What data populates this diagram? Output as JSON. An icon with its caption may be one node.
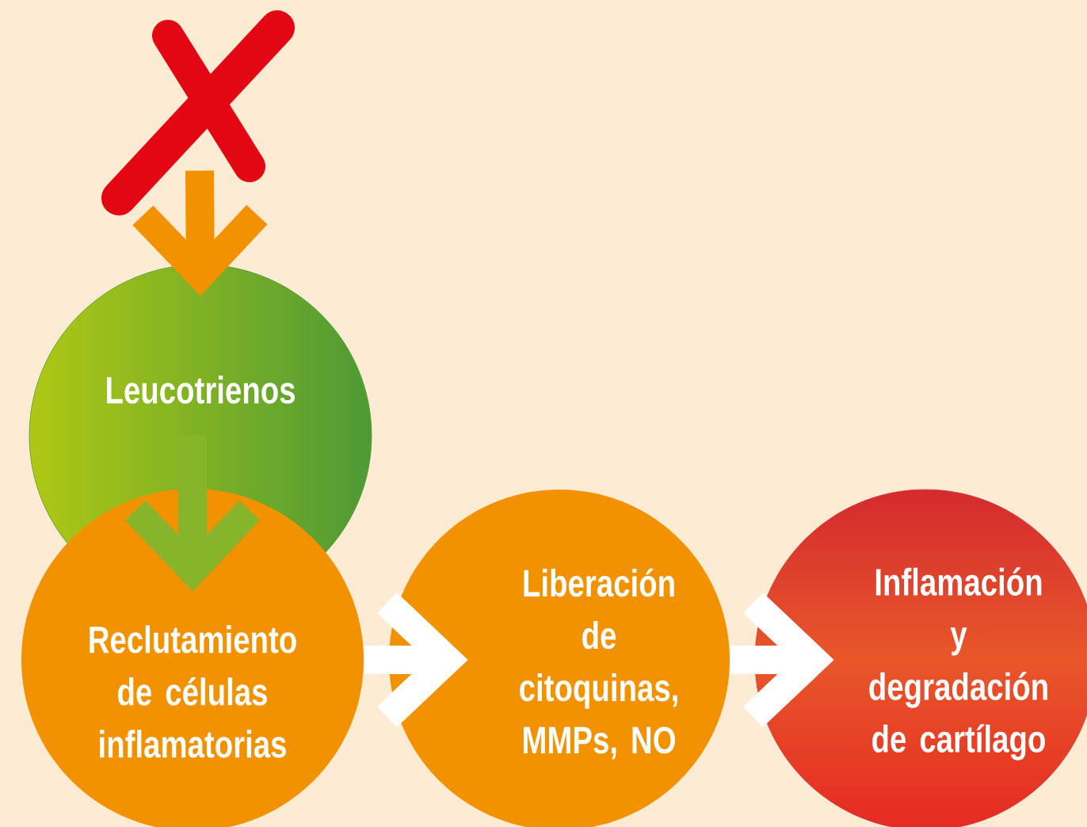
{
  "diagram": {
    "nodes": [
      {
        "text": [],
        "shape": "cross"
      },
      {
        "text": [
          "Leucotrienos"
        ]
      },
      {
        "text": [
          "Reclutamiento de células inflamatorias"
        ]
      },
      {
        "text": [
          "Liberación de citoquinas, MMPs, NO"
        ]
      },
      {
        "text": [
          "Inflamación y degradación de cartílago"
        ]
      }
    ],
    "edges": [
      {
        "from": 0,
        "to": 1,
        "arrow": "to",
        "color": "#f39200"
      },
      {
        "from": 1,
        "to": 2,
        "arrow": "to",
        "color": "#86b52c"
      },
      {
        "from": 2,
        "to": 3,
        "arrow": "to"
      },
      {
        "from": 3,
        "to": 4,
        "arrow": "to"
      }
    ]
  }
}
